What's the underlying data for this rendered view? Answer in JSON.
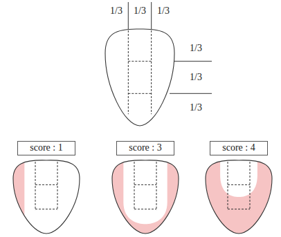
{
  "diagram": {
    "nodes": [
      {
        "text": [
          "score : 1"
        ]
      },
      {
        "text": [
          "score : 3"
        ]
      },
      {
        "text": [
          "score : 4"
        ]
      }
    ],
    "labels": [
      "1/3",
      "1/3",
      "1/3",
      "1/3",
      "1/3",
      "1/3"
    ]
  }
}
